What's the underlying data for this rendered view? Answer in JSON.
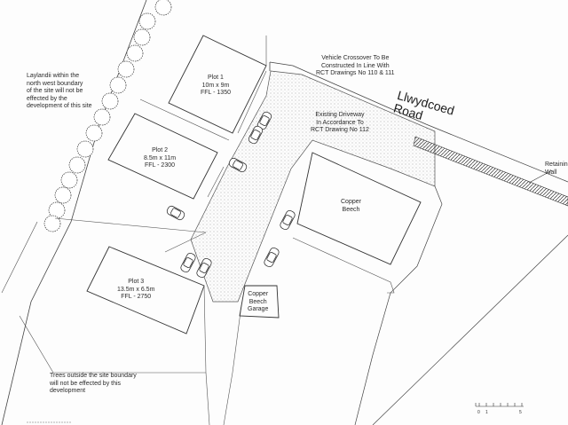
{
  "plots": [
    {
      "name": "Plot 1",
      "size": "10m x 9m",
      "ffl": "FFL - 1350"
    },
    {
      "name": "Plot 2",
      "size": "8.5m x 11m",
      "ffl": "FFL - 2300"
    },
    {
      "name": "Plot 3",
      "size": "13.5m x 6.5m",
      "ffl": "FFL - 2750"
    }
  ],
  "buildings": {
    "copper_beech": "Copper\nBeech",
    "garage": "Copper\nBeech\nGarage"
  },
  "road_name": "Llwydcoed\nRoad",
  "notes": {
    "vehicle_crossover": "Vehicle Crossover To Be\nConstructed In Line With\nRCT Drawings No 110 & 111",
    "existing_driveway": "Existing Driveway\nIn Accordance To\nRCT Drawing No 112",
    "leylandii": "Laylandii within the\nnorth west boundary\nof the site will not be\neffected by the\ndevelopment of this site",
    "trees_outside": "Trees outside the site boundary\nwill not be effected by this\ndevelopment",
    "retaining_wall": "Retaining\nWall"
  },
  "scale_bar": {
    "labels": [
      "0",
      "1",
      "5"
    ]
  }
}
